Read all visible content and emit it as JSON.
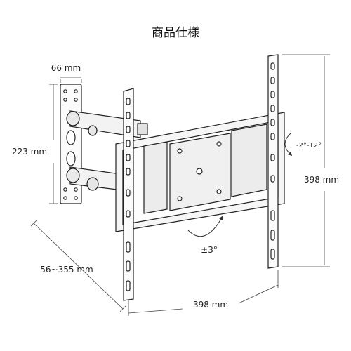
{
  "title": "商品仕様",
  "dimensions": {
    "wall_plate_width": "66 mm",
    "wall_plate_height": "223 mm",
    "extension_range": "56~355 mm",
    "tv_plate_height": "398 mm",
    "tv_plate_width": "398 mm",
    "tilt_range": "-2°-12°",
    "rotation": "±3°"
  }
}
